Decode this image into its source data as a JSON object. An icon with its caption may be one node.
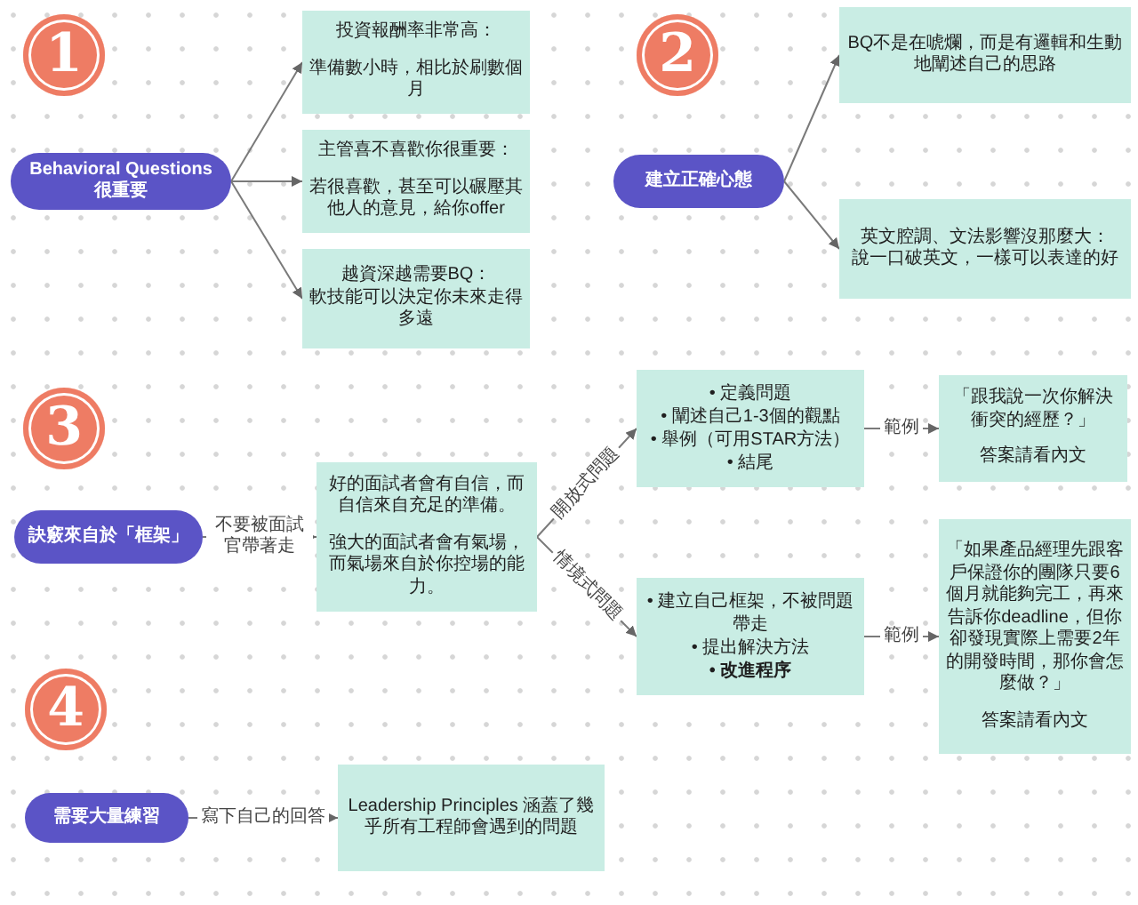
{
  "diagram": {
    "nodes": [
      {
        "text": [
          "1"
        ]
      },
      {
        "text": [
          "Behavioral Questions 很重要"
        ]
      },
      {
        "text": [
          "投資報酬率非常高：",
          "準備數小時，相比於刷數個月"
        ]
      },
      {
        "text": [
          "主管喜不喜歡你很重要：",
          "若很喜歡，甚至可以碾壓其他人的意見，給你offer"
        ]
      },
      {
        "text": [
          "越資深越需要BQ：",
          "軟技能可以決定你未來走得多遠"
        ]
      },
      {
        "text": [
          "2"
        ]
      },
      {
        "text": [
          "建立正確心態"
        ]
      },
      {
        "text": [
          "BQ不是在唬爛，而是有邏輯和生動地闡述自己的思路"
        ]
      },
      {
        "text": [
          "英文腔調、文法影響沒那麼大：",
          "說一口破英文，一樣可以表達的好"
        ]
      },
      {
        "text": [
          "3"
        ]
      },
      {
        "text": [
          "訣竅來自於「框架」"
        ]
      },
      {
        "text": [
          "好的面試者會有自信，而自信來自充足的準備。",
          "強大的面試者會有氣場，而氣場來自於你控場的能力。"
        ]
      },
      {
        "text": [
          "• 定義問題",
          "• 闡述自己1-3個的觀點",
          "• 舉例（可用STAR方法）",
          "• 結尾"
        ]
      },
      {
        "text": [
          "「跟我說一次你解決衝突的經歷？」",
          "答案請看內文"
        ]
      },
      {
        "text": [
          "• 建立自己框架，不被問題帶走",
          "• 提出解決方法",
          "• 改進程序"
        ]
      },
      {
        "text": [
          "「如果產品經理先跟客戶保證你的團隊只要6個月就能夠完工，再來告訴你deadline，但你卻發現實際上需要2年的開發時間，那你會怎麼做？」",
          "答案請看內文"
        ]
      },
      {
        "text": [
          "4"
        ]
      },
      {
        "text": [
          "需要大量練習"
        ]
      },
      {
        "text": [
          "Leadership Principles 涵蓋了幾乎所有工程師會遇到的問題"
        ]
      }
    ],
    "edges": [
      {
        "from": 1,
        "to": 2,
        "arrow": "to"
      },
      {
        "from": 1,
        "to": 3,
        "arrow": "to"
      },
      {
        "from": 1,
        "to": 4,
        "arrow": "to"
      },
      {
        "from": 6,
        "to": 7,
        "arrow": "to"
      },
      {
        "from": 6,
        "to": 8,
        "arrow": "to"
      },
      {
        "from": 10,
        "to": 11,
        "arrow": "to",
        "label": "不要被面試官帶著走"
      },
      {
        "from": 11,
        "to": 12,
        "arrow": "to",
        "label": "開放式問題"
      },
      {
        "from": 11,
        "to": 14,
        "arrow": "to",
        "label": "情境式問題"
      },
      {
        "from": 12,
        "to": 13,
        "arrow": "to",
        "label": "範例"
      },
      {
        "from": 14,
        "to": 15,
        "arrow": "to",
        "label": "範例"
      },
      {
        "from": 17,
        "to": 18,
        "arrow": "to",
        "label": "寫下自己的回答"
      }
    ]
  }
}
